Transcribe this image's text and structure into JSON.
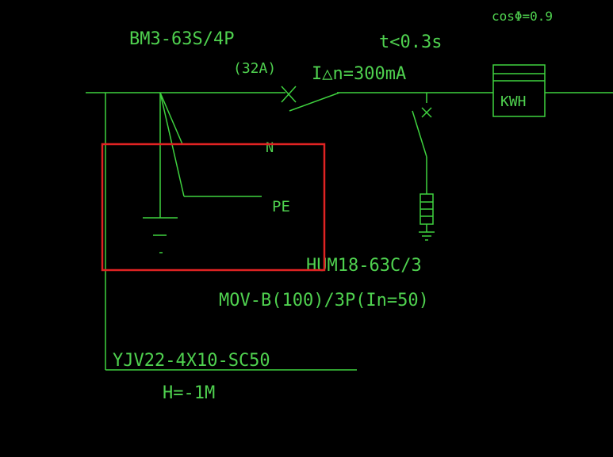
{
  "labels": {
    "power_factor": "cosΦ=0.9",
    "breaker_model": "BM3-63S/4P",
    "breaker_rating": "(32A)",
    "trip_time": "t<0.3s",
    "leakage_current": "I△n=300mA",
    "meter": "KWH",
    "neutral": "N",
    "protective_earth": "PE",
    "surge_breaker_model": "HUM18-63C/3",
    "surge_protector_model": "MOV-B(100)/3P(In=50)",
    "cable_spec": "YJV22-4X10-SC50",
    "burial_depth": "H=-1M"
  },
  "colors": {
    "wire": "#3fd23f",
    "text": "#4fd14f",
    "selection": "#e02323",
    "background": "#000000"
  }
}
